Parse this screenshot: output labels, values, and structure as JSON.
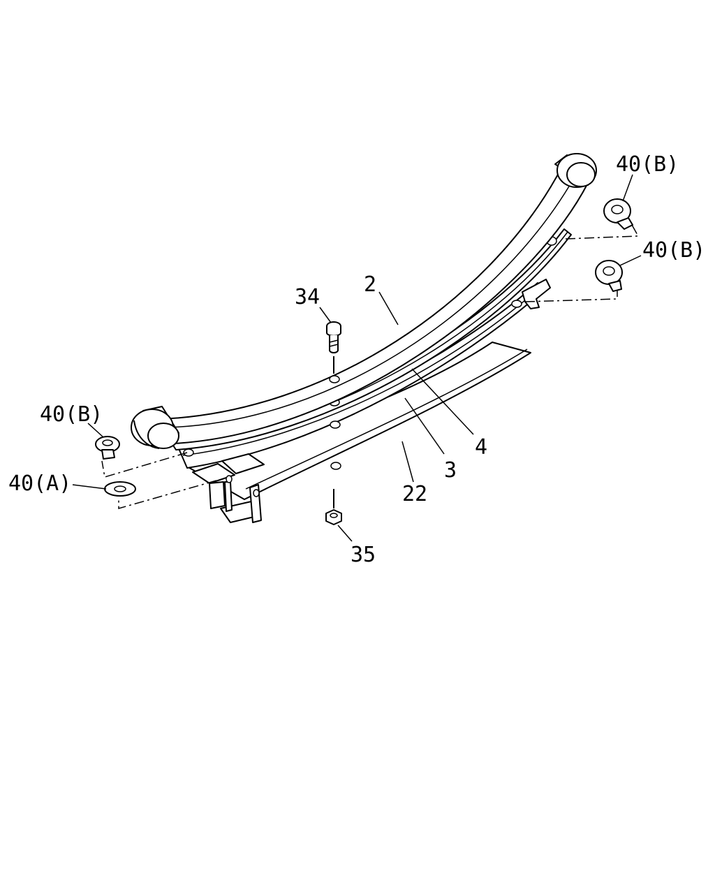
{
  "diagram": {
    "callouts": {
      "c2": "2",
      "c3": "3",
      "c4": "4",
      "c22": "22",
      "c34": "34",
      "c35": "35",
      "c40b_top": "40(B)",
      "c40b_right": "40(B)",
      "c40b_left": "40(B)",
      "c40a_left": "40(A)"
    }
  }
}
